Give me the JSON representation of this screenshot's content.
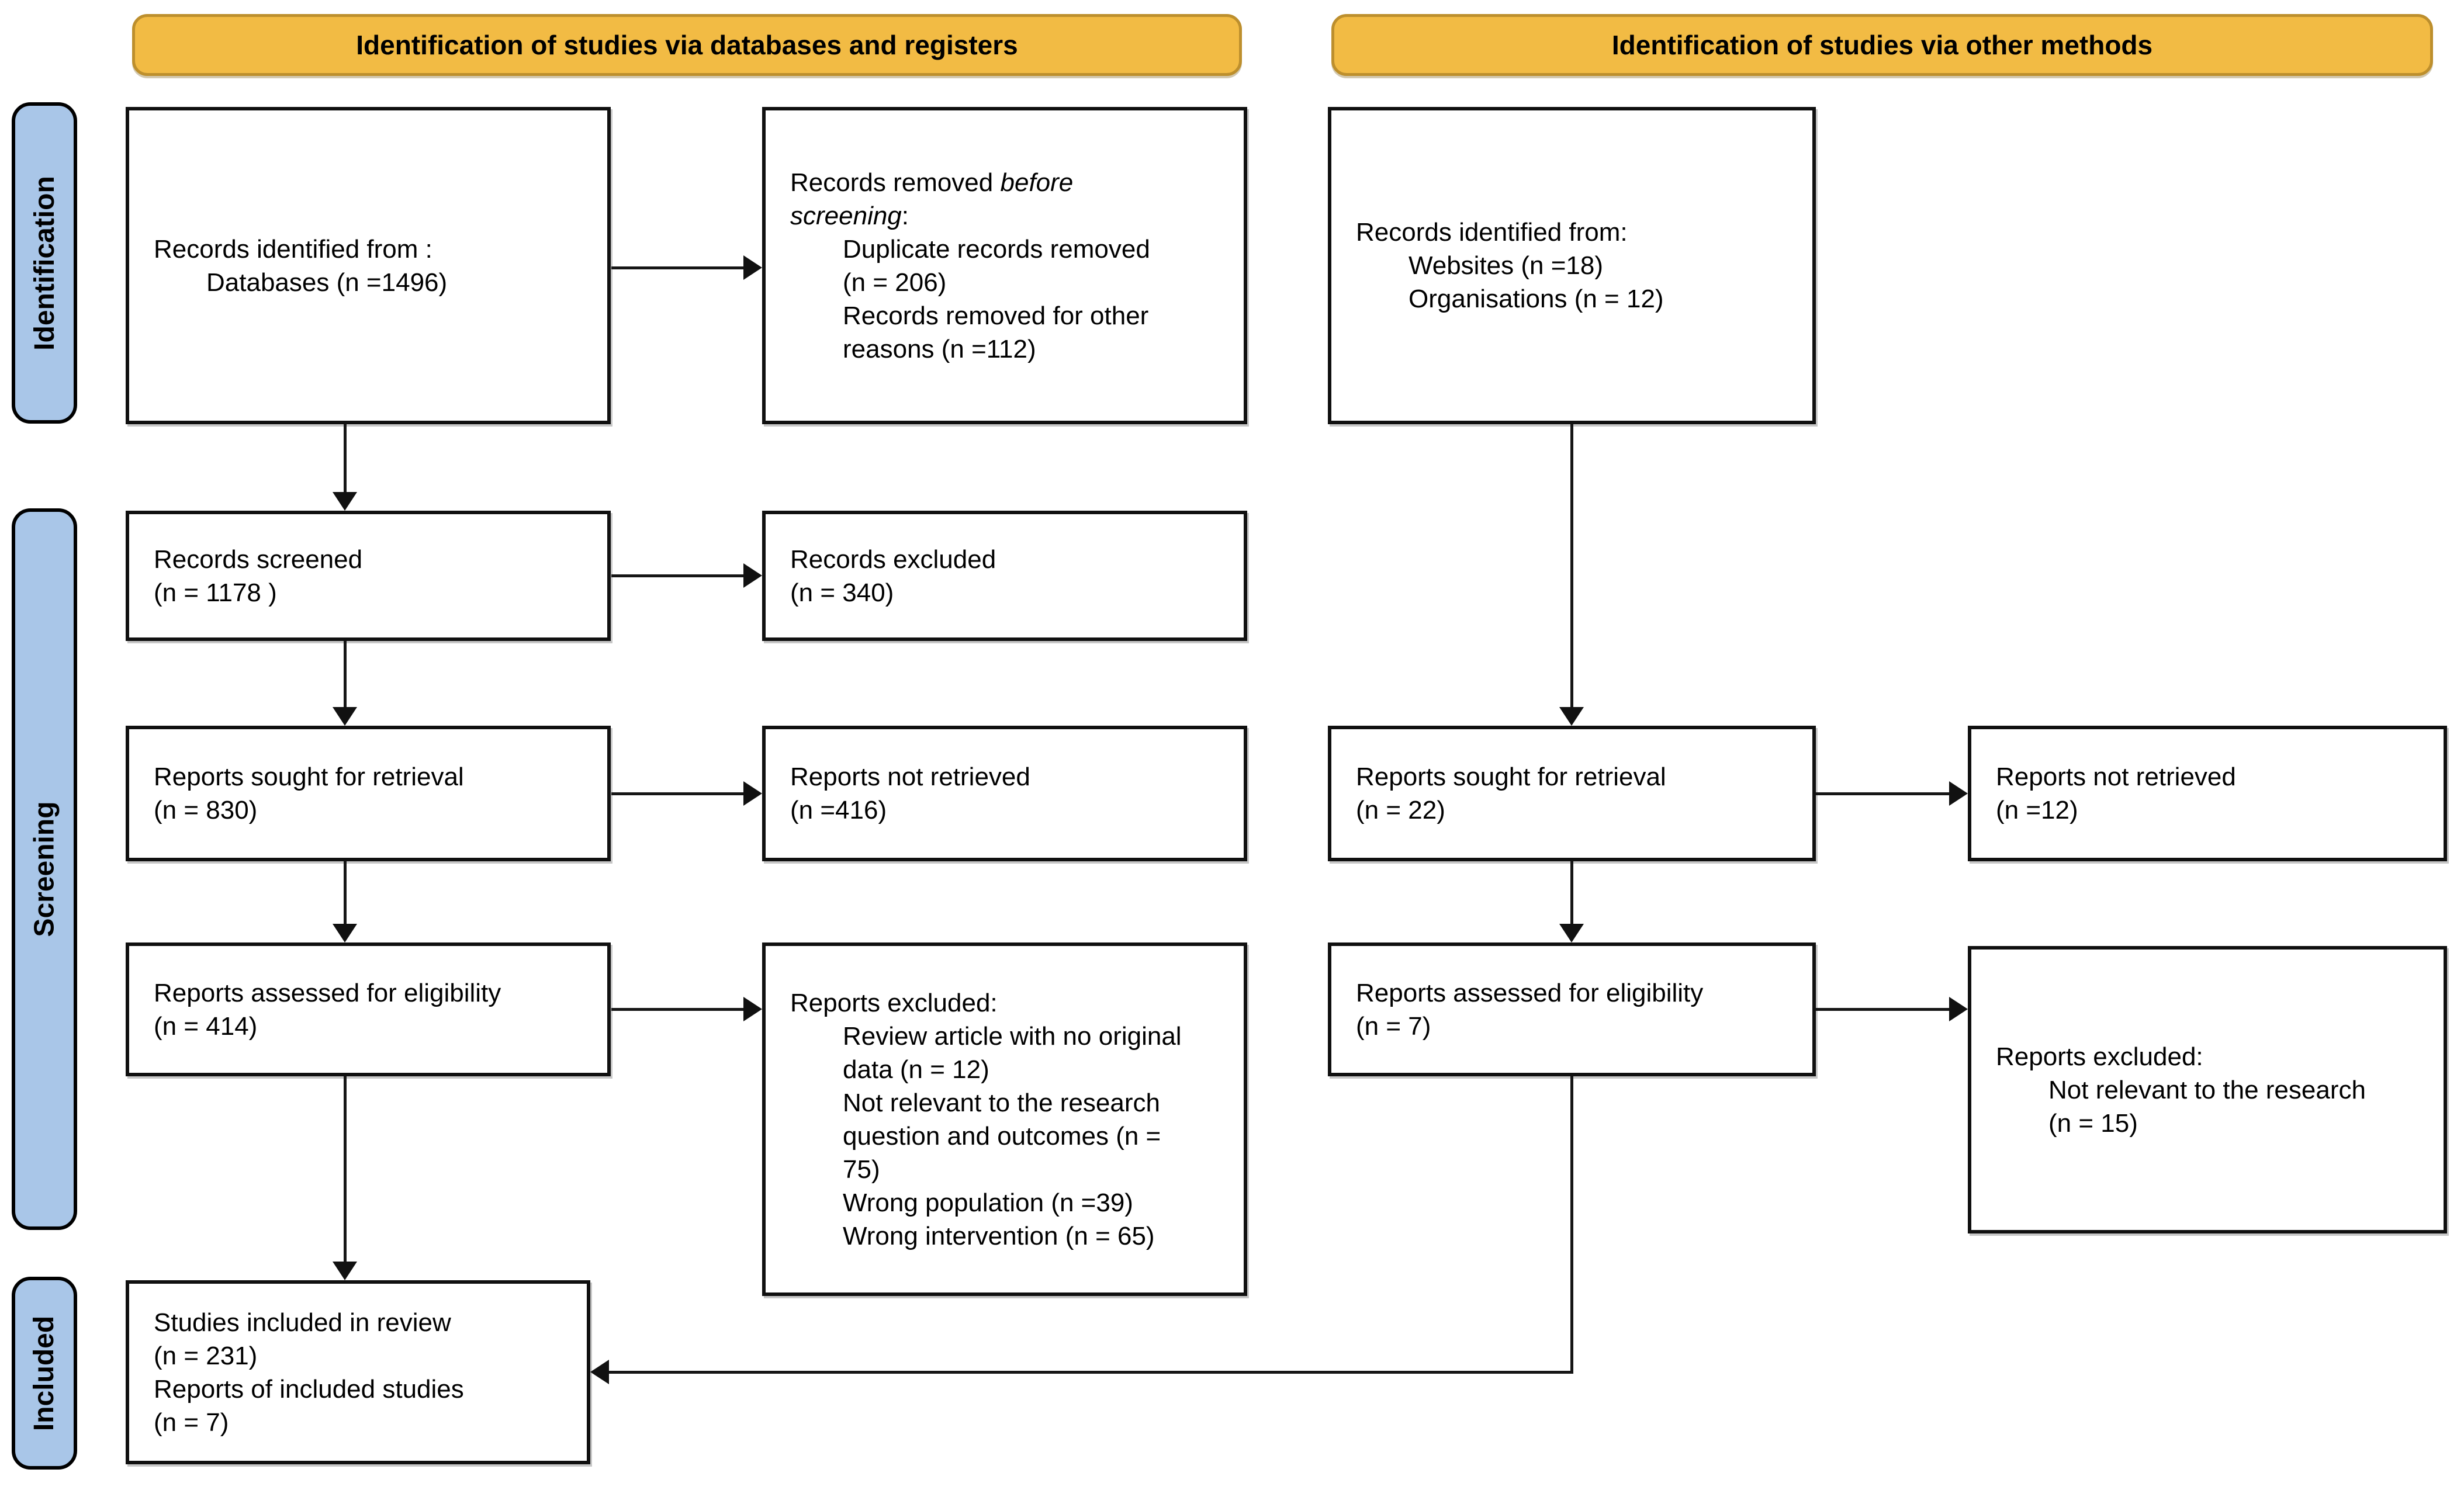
{
  "banners": {
    "left": "Identification of studies via databases and registers",
    "right": "Identification of studies via other methods"
  },
  "sidebar_labels": {
    "identification": "Identification",
    "screening": "Screening",
    "included": "Included"
  },
  "colors": {
    "banner_fill": "#F2BB44",
    "banner_border": "#BD8F2D",
    "stagebar_fill": "#A9C6E8",
    "box_border": "#101010",
    "arrow": "#161616"
  },
  "boxes": {
    "records_identified_databases": {
      "lines": [
        {
          "t": "Records identified from :",
          "ind": 0
        },
        {
          "t": "Databases (n =1496)",
          "ind": 1
        }
      ]
    },
    "records_removed_before_screening": {
      "lines": [
        {
          "s": [
            {
              "t": "Records removed ",
              "i": 0
            },
            {
              "t": "before",
              "i": 1
            }
          ],
          "ind": 0
        },
        {
          "s": [
            {
              "t": "screening",
              "i": 1
            },
            {
              "t": ":",
              "i": 0
            }
          ],
          "ind": 0
        },
        {
          "t": "Duplicate records removed",
          "ind": 1
        },
        {
          "t": "(n = 206)",
          "ind": 1
        },
        {
          "t": "Records removed for other",
          "ind": 1
        },
        {
          "t": "reasons (n =112)",
          "ind": 1
        }
      ]
    },
    "records_identified_other": {
      "lines": [
        {
          "t": "Records identified from:",
          "ind": 0
        },
        {
          "t": "Websites (n =18)",
          "ind": 1
        },
        {
          "t": "Organisations (n = 12)",
          "ind": 1
        }
      ]
    },
    "records_screened": {
      "lines": [
        {
          "t": "Records screened",
          "ind": 0
        },
        {
          "t": "(n = 1178 )",
          "ind": 0
        }
      ]
    },
    "records_excluded": {
      "lines": [
        {
          "t": "Records excluded",
          "ind": 0
        },
        {
          "t": "(n = 340)",
          "ind": 0
        }
      ]
    },
    "reports_sought_databases": {
      "lines": [
        {
          "t": "Reports sought for retrieval",
          "ind": 0
        },
        {
          "t": "(n = 830)",
          "ind": 0
        }
      ]
    },
    "reports_not_retrieved_databases": {
      "lines": [
        {
          "t": "Reports not retrieved",
          "ind": 0
        },
        {
          "t": "(n =416)",
          "ind": 0
        }
      ]
    },
    "reports_assessed_databases": {
      "lines": [
        {
          "t": "Reports assessed for eligibility",
          "ind": 0
        },
        {
          "t": "(n = 414)",
          "ind": 0
        }
      ]
    },
    "reports_excluded_databases": {
      "lines": [
        {
          "t": "Reports excluded:",
          "ind": 0
        },
        {
          "t": "Review article with no original",
          "ind": 1
        },
        {
          "t": "data (n = 12)",
          "ind": 1
        },
        {
          "t": "Not relevant to the research",
          "ind": 1
        },
        {
          "t": "question and outcomes (n =",
          "ind": 1
        },
        {
          "t": "75)",
          "ind": 1
        },
        {
          "t": "Wrong population (n =39)",
          "ind": 1
        },
        {
          "t": "Wrong intervention (n = 65)",
          "ind": 1
        }
      ]
    },
    "reports_sought_other": {
      "lines": [
        {
          "t": "Reports sought for retrieval",
          "ind": 0
        },
        {
          "t": "(n = 22)",
          "ind": 0
        }
      ]
    },
    "reports_not_retrieved_other": {
      "lines": [
        {
          "t": "Reports not retrieved",
          "ind": 0
        },
        {
          "t": "(n =12)",
          "ind": 0
        }
      ]
    },
    "reports_assessed_other": {
      "lines": [
        {
          "t": "Reports assessed for eligibility",
          "ind": 0
        },
        {
          "t": "(n = 7)",
          "ind": 0
        }
      ]
    },
    "reports_excluded_other": {
      "lines": [
        {
          "t": "Reports excluded:",
          "ind": 0
        },
        {
          "t": "Not relevant to the research",
          "ind": 1
        },
        {
          "t": "(n = 15)",
          "ind": 1
        }
      ]
    },
    "studies_included": {
      "lines": [
        {
          "t": "Studies included in review",
          "ind": 0
        },
        {
          "t": "(n = 231)",
          "ind": 0
        },
        {
          "t": "Reports of included studies",
          "ind": 0
        },
        {
          "t": "(n = 7)",
          "ind": 0
        }
      ]
    }
  }
}
